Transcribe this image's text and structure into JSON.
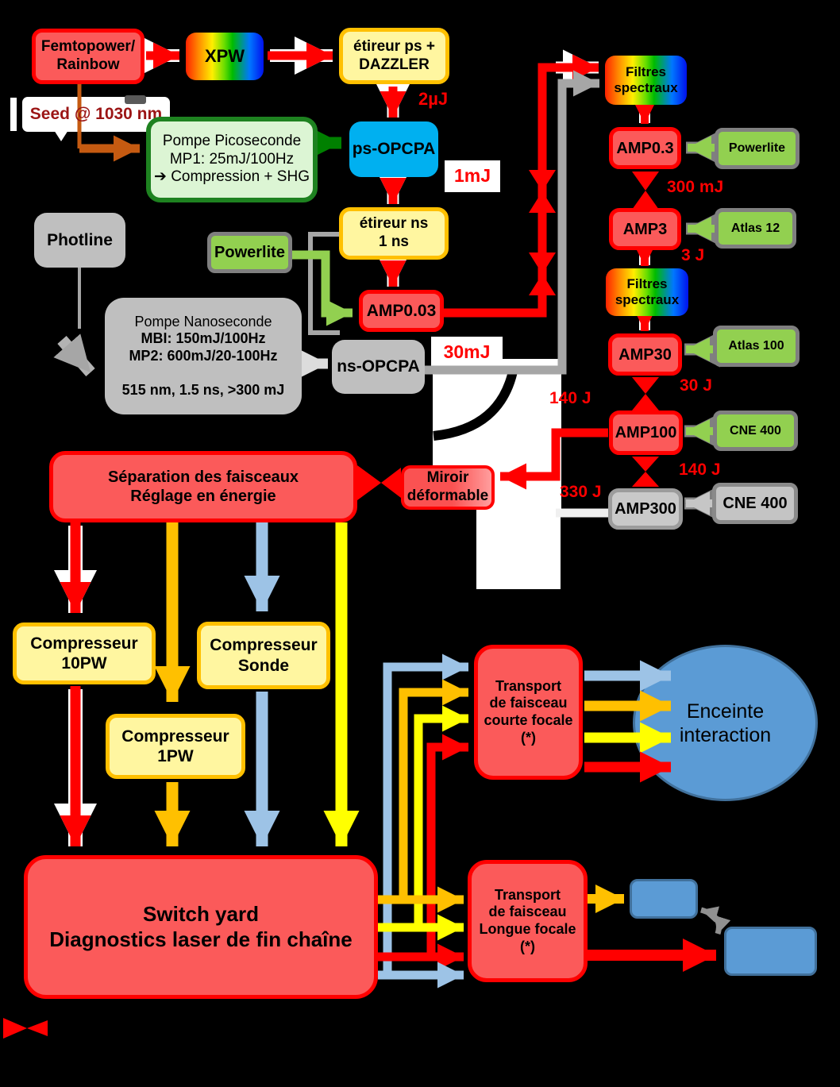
{
  "colors": {
    "red_box": "#FB5A5A",
    "red_border": "#FF0000",
    "yellow_box": "#FFF6A0",
    "gold_border": "#FFC000",
    "cyan_box": "#00B0F0",
    "pump_green": "#92D050",
    "dark_green_arrow": "#008000",
    "light_green_box": "#DCF5D4",
    "green_border": "#1E8220",
    "gray_box": "#BFBFBF",
    "future_gray": "#C9C9C9",
    "chamber_blue": "#5B9BD5",
    "beam_10pw": "#FF0000",
    "beam_1pw": "#FFC000",
    "beam_probe": "#9DC3E6",
    "beam_4th": "#FFFF00",
    "seed_brown": "#C55A11",
    "spectral_filter": "rainbow-gradient"
  },
  "front_end": {
    "femtopower": "Femtopower/\nRainbow",
    "xpw": "XPW",
    "stretcher_ps": "étireur ps +\nDAZZLER",
    "seed_note": "Seed @ 1030 nm",
    "pump_ps": "Pompe Picoseconde\nMP1: 25mJ/100Hz\n➔ Compression + SHG",
    "ps_opcpa": "ps-OPCPA",
    "energy_2uj": "2µJ",
    "energy_1mj": "1mJ",
    "stretcher_ns": "étireur ns\n1 ns",
    "photline": "Photline",
    "powerlite": "Powerlite",
    "pump_ns_title": "Pompe Nanoseconde",
    "pump_ns_details": "MBI: 150mJ/100Hz\nMP2: 600mJ/20-100Hz\n \n515 nm, 1.5 ns, >300 mJ",
    "amp003": "AMP0.03",
    "ns_opcpa": "ns-OPCPA",
    "energy_30mj": "30mJ"
  },
  "amp_chain": {
    "filters_top": "Filtres\nspectraux",
    "amp03": "AMP0.3",
    "powerlite": "Powerlite",
    "energy_300mj": "300 mJ",
    "amp3": "AMP3",
    "atlas12": "Atlas 12",
    "energy_3j": "3 J",
    "filters_mid": "Filtres\nspectraux",
    "amp30": "AMP30",
    "atlas100": "Atlas 100",
    "energy_30j": "30 J",
    "energy_140j": "140 J",
    "amp100": "AMP100",
    "cne400": "CNE 400",
    "energy_140j_b": "140 J",
    "amp300": "AMP300",
    "cne400_future": "CNE 400",
    "energy_330j": "330 J"
  },
  "distribution": {
    "separation": "Séparation des faisceaux\nRéglage en énergie",
    "deformable_mirror": "Miroir\ndéformable",
    "comp_10pw": "Compresseur\n10PW",
    "comp_1pw": "Compresseur\n1PW",
    "comp_sonde": "Compresseur\nSonde",
    "switchyard": "Switch yard\nDiagnostics laser de fin chaîne"
  },
  "experimental": {
    "transport_short": "Transport\nde faisceau\ncourte focale\n(*)",
    "transport_long": "Transport\nde faisceau\nLongue focale\n(*)",
    "chamber": "Enceinte\ninteraction"
  }
}
